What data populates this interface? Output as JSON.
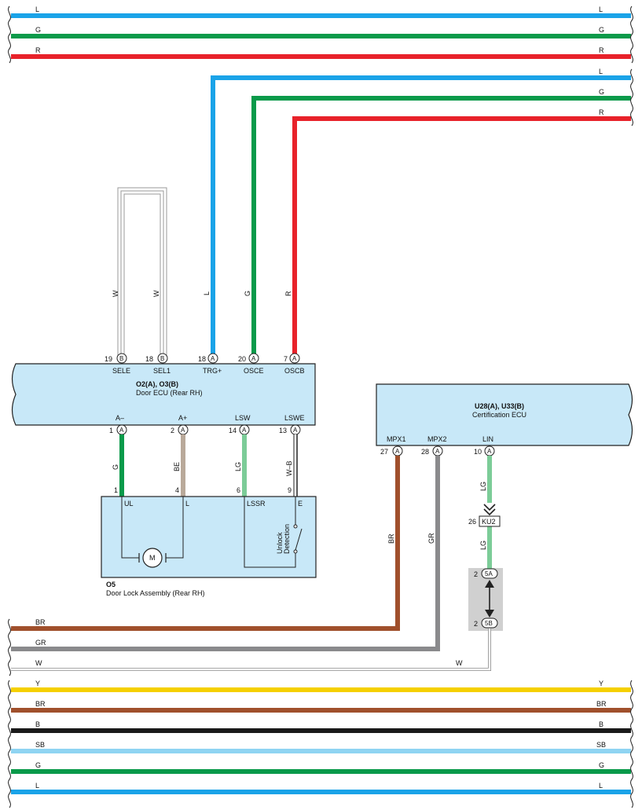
{
  "colors": {
    "L": "#1aa3e8",
    "G": "#0a9a4a",
    "R": "#e8222a",
    "BR": "#a0502c",
    "GR": "#8a8a8c",
    "LG": "#7ccc98",
    "BE": "#b9a99a",
    "Y": "#f5d000",
    "B": "#1a1a1a",
    "SB": "#8fd4f2",
    "W": "#ffffff",
    "ecu_fill": "#c8e8f8",
    "junction_fill": "#d0d0d0"
  },
  "top_bus": [
    {
      "code": "L",
      "left": "L",
      "right": "L"
    },
    {
      "code": "G",
      "left": "G",
      "right": "G"
    },
    {
      "code": "R",
      "left": "R",
      "right": "R"
    }
  ],
  "branch_bus": [
    {
      "code": "L",
      "label": "L"
    },
    {
      "code": "G",
      "label": "G"
    },
    {
      "code": "R",
      "label": "R"
    }
  ],
  "bottom_bus": [
    {
      "code": "Y",
      "left": "Y",
      "right": "Y"
    },
    {
      "code": "BR",
      "left": "BR",
      "right": "BR"
    },
    {
      "code": "B",
      "left": "B",
      "right": "B"
    },
    {
      "code": "SB",
      "left": "SB",
      "right": "SB"
    },
    {
      "code": "G",
      "left": "G",
      "right": "G"
    },
    {
      "code": "L",
      "left": "L",
      "right": "L"
    }
  ],
  "door_ecu": {
    "title": "O2(A), O3(B)",
    "subtitle": "Door ECU (Rear RH)",
    "top_pins": [
      {
        "num": "19",
        "conn": "B",
        "name": "SELE",
        "wire": "W"
      },
      {
        "num": "18",
        "conn": "B",
        "name": "SEL1",
        "wire": "W"
      },
      {
        "num": "18",
        "conn": "A",
        "name": "TRG+",
        "wire": "L"
      },
      {
        "num": "20",
        "conn": "A",
        "name": "OSCE",
        "wire": "G"
      },
      {
        "num": "7",
        "conn": "A",
        "name": "OSCB",
        "wire": "R"
      }
    ],
    "bottom_pins": [
      {
        "num": "1",
        "conn": "A",
        "name": "A–",
        "wire": "G"
      },
      {
        "num": "2",
        "conn": "A",
        "name": "A+",
        "wire": "BE"
      },
      {
        "num": "14",
        "conn": "A",
        "name": "LSW",
        "wire": "LG"
      },
      {
        "num": "13",
        "conn": "A",
        "name": "LSWE",
        "wire": "W–B"
      }
    ]
  },
  "door_lock": {
    "code": "O5",
    "name": "Door Lock Assembly (Rear RH)",
    "pins": [
      {
        "num": "1",
        "name": "UL"
      },
      {
        "num": "4",
        "name": "L"
      },
      {
        "num": "6",
        "name": "LSSR"
      },
      {
        "num": "9",
        "name": "E"
      }
    ],
    "motor": "M",
    "switch_label": [
      "Unlock",
      "Detection"
    ]
  },
  "cert_ecu": {
    "title": "U28(A), U33(B)",
    "subtitle": "Certification ECU",
    "pins": [
      {
        "num": "27",
        "conn": "A",
        "name": "MPX1",
        "wire": "BR"
      },
      {
        "num": "28",
        "conn": "A",
        "name": "MPX2",
        "wire": "GR"
      },
      {
        "num": "10",
        "conn": "A",
        "name": "LIN",
        "wire": "LG"
      }
    ]
  },
  "connector_ku2": {
    "num": "26",
    "label": "KU2",
    "wire_below": "LG"
  },
  "junction": {
    "top": {
      "num": "2",
      "label": "5A"
    },
    "bottom": {
      "num": "2",
      "label": "5B"
    }
  },
  "mid_bus": [
    {
      "code": "BR",
      "label": "BR"
    },
    {
      "code": "GR",
      "label": "GR"
    },
    {
      "code": "W",
      "left": "W",
      "right": "W"
    }
  ]
}
